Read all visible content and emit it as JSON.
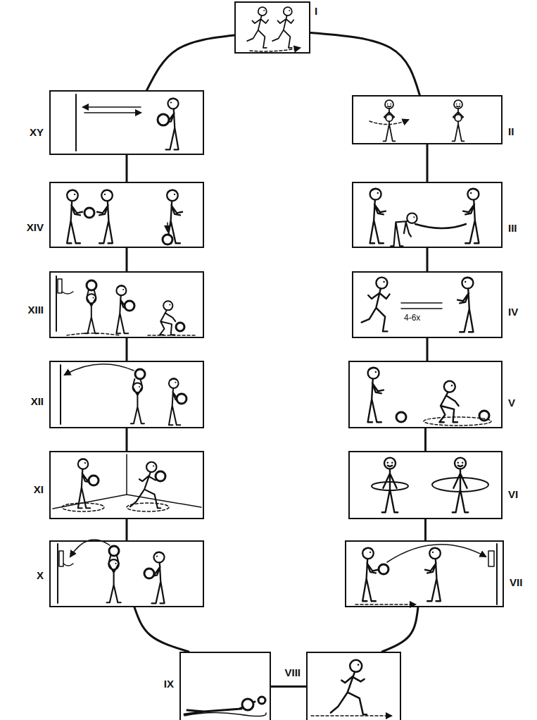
{
  "diagram": {
    "nodes": [
      {
        "text": [
          "I"
        ]
      },
      {
        "text": [
          "II"
        ]
      },
      {
        "text": [
          "III"
        ]
      },
      {
        "text": [
          "IV",
          "4-6x"
        ]
      },
      {
        "text": [
          "V"
        ]
      },
      {
        "text": [
          "VI"
        ]
      },
      {
        "text": [
          "VII"
        ]
      },
      {
        "text": [
          "VIII"
        ]
      },
      {
        "text": [
          "IX"
        ]
      },
      {
        "text": [
          "X"
        ]
      },
      {
        "text": [
          "XI"
        ]
      },
      {
        "text": [
          "XII"
        ]
      },
      {
        "text": [
          "XIII"
        ]
      },
      {
        "text": [
          "XIV"
        ]
      },
      {
        "text": [
          "XY"
        ]
      }
    ],
    "edges": [
      {
        "from": 0,
        "to": 1,
        "arrow": "none"
      },
      {
        "from": 1,
        "to": 2,
        "arrow": "none"
      },
      {
        "from": 2,
        "to": 3,
        "arrow": "none"
      },
      {
        "from": 3,
        "to": 4,
        "arrow": "none"
      },
      {
        "from": 4,
        "to": 5,
        "arrow": "none"
      },
      {
        "from": 5,
        "to": 6,
        "arrow": "none"
      },
      {
        "from": 6,
        "to": 7,
        "arrow": "none"
      },
      {
        "from": 7,
        "to": 8,
        "arrow": "none"
      },
      {
        "from": 8,
        "to": 9,
        "arrow": "none"
      },
      {
        "from": 9,
        "to": 10,
        "arrow": "none"
      },
      {
        "from": 10,
        "to": 11,
        "arrow": "none"
      },
      {
        "from": 11,
        "to": 12,
        "arrow": "none"
      },
      {
        "from": 12,
        "to": 13,
        "arrow": "none"
      },
      {
        "from": 13,
        "to": 14,
        "arrow": "none"
      },
      {
        "from": 14,
        "to": 0,
        "arrow": "none"
      }
    ]
  }
}
